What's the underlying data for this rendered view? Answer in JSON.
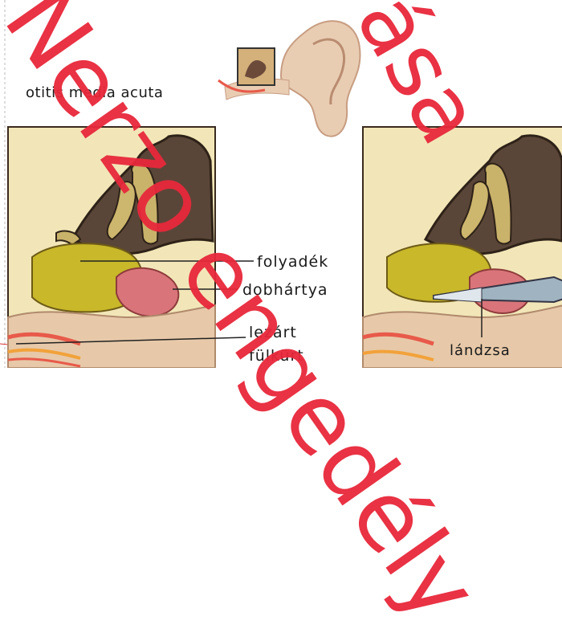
{
  "title": "otitis media acuta",
  "labels": {
    "fluid": "folyadék",
    "eardrum": "dobhártya",
    "tube_line1": "lezárt",
    "tube_line2": "fülkürt",
    "lancet": "lándzsa"
  },
  "watermark": {
    "text_left": "Nerzo engedély",
    "text_right": "ása"
  },
  "colors": {
    "bone": "#c9b26a",
    "fluid": "#c8b82a",
    "cavity": "#5a4638",
    "tissue": "#e7c9a9",
    "membrane": "#d9757a",
    "watermark": "#e8283b"
  }
}
